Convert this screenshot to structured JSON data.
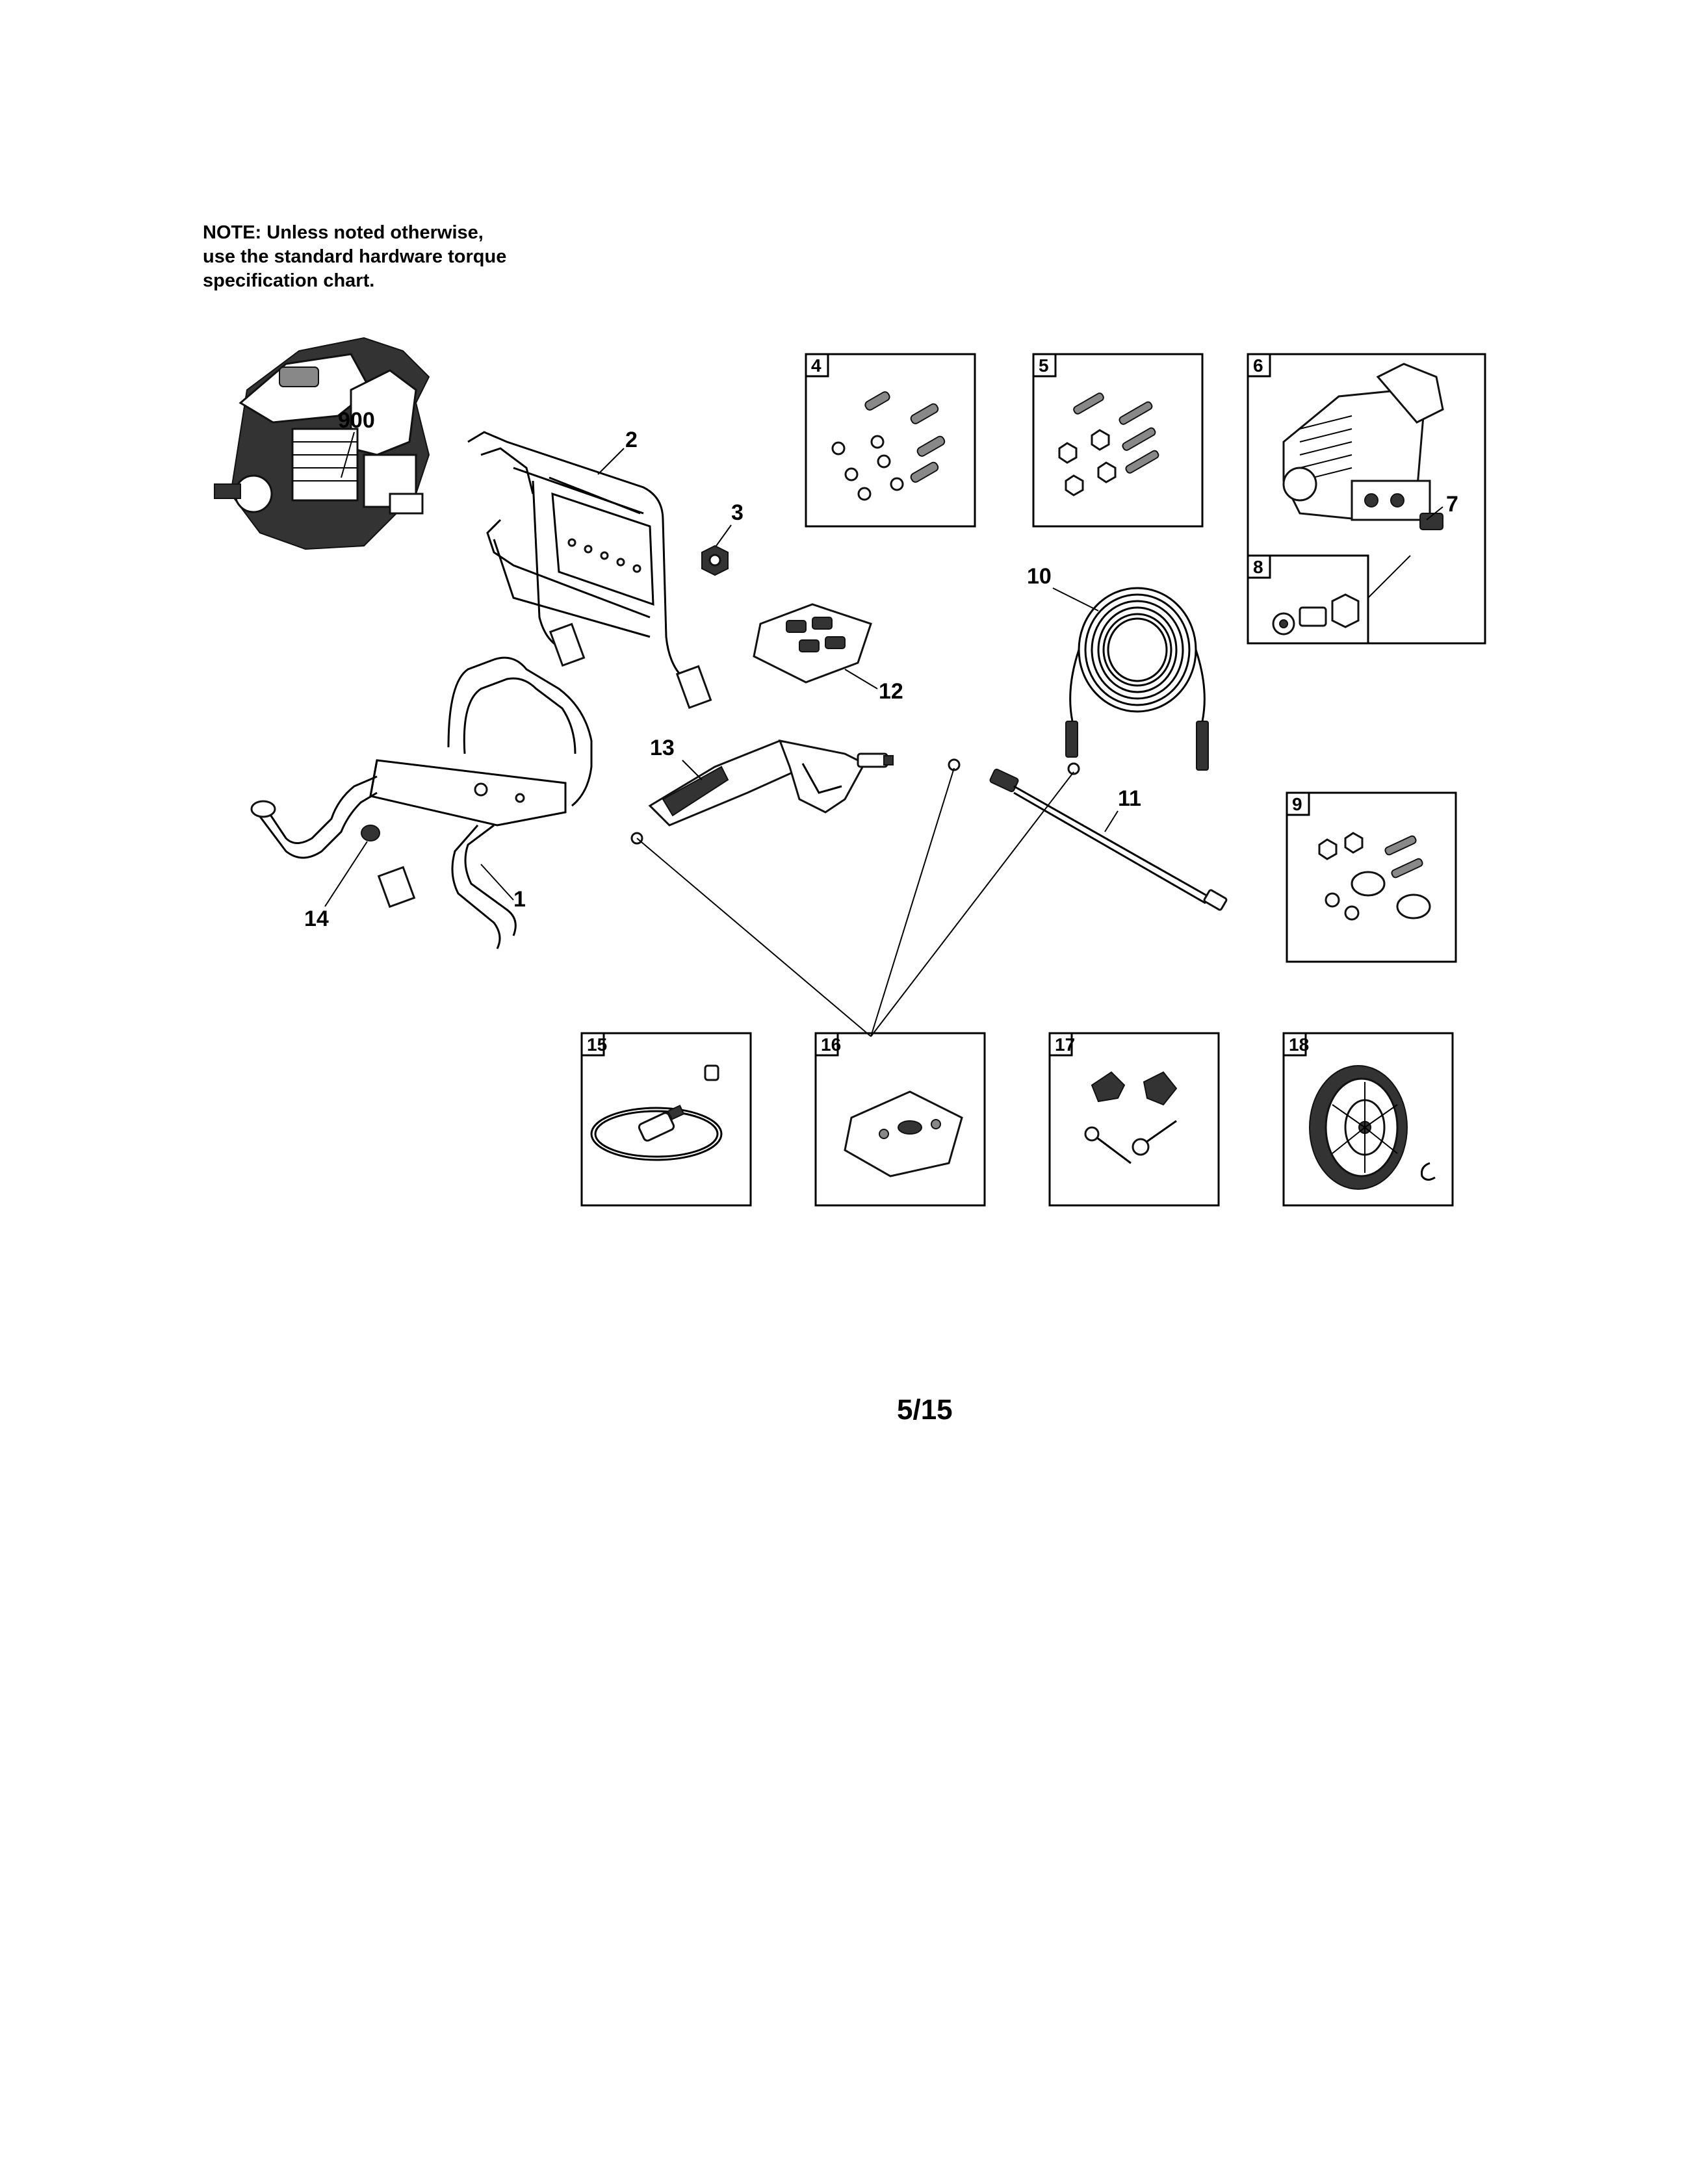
{
  "note": {
    "line1": "NOTE: Unless noted otherwise,",
    "line2": "use the standard hardware torque",
    "line3": "specification chart."
  },
  "page_number": "5/15",
  "callouts": {
    "engine": "900",
    "handle": "2",
    "nut": "3",
    "hose": "10",
    "pump_fitting": "7",
    "nozzle_kit": "12",
    "spray_gun": "13",
    "lance": "11",
    "frame": "1",
    "foot_cap": "14"
  },
  "boxes": {
    "hardware_a": "4",
    "hardware_b": "5",
    "pump": "6",
    "pump_parts": "8",
    "mount_hardware": "9",
    "oring_kit": "15",
    "seal_kit": "16",
    "knob_kit": "17",
    "wheel": "18"
  }
}
